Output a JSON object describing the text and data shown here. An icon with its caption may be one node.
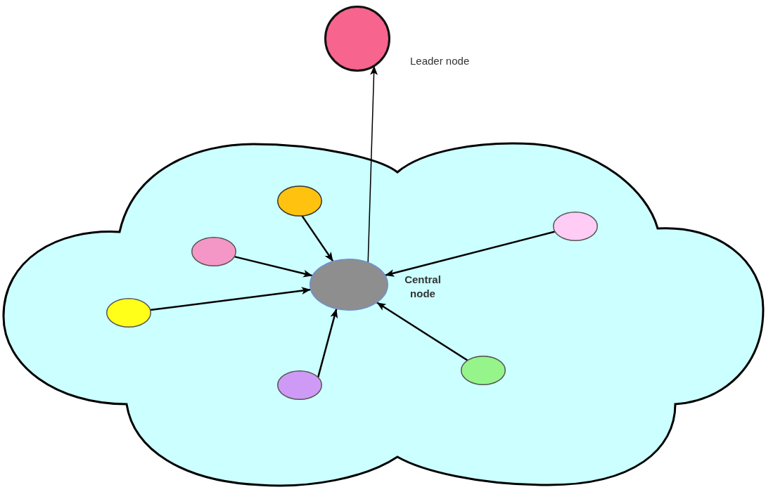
{
  "diagram": {
    "nodes": [
      {
        "text": [],
        "shape": "circle",
        "beside": [
          "Leader node"
        ]
      },
      {
        "text": [],
        "shape": "cloud"
      },
      {
        "text": [],
        "shape": "circle",
        "in": 1
      },
      {
        "text": [],
        "shape": "circle",
        "in": 1
      },
      {
        "text": [],
        "shape": "circle",
        "in": 1
      },
      {
        "text": [],
        "shape": "circle",
        "in": 1,
        "beside": [
          "Central node"
        ]
      },
      {
        "text": [],
        "shape": "circle",
        "in": 1
      },
      {
        "text": [],
        "shape": "circle",
        "in": 1
      },
      {
        "text": [],
        "shape": "circle",
        "in": 1
      }
    ],
    "edges": [
      {
        "from": 5,
        "to": 0,
        "arrow": "to"
      },
      {
        "from": 2,
        "to": 5,
        "arrow": "to"
      },
      {
        "from": 3,
        "to": 5,
        "arrow": "to"
      },
      {
        "from": 4,
        "to": 5,
        "arrow": "to"
      },
      {
        "from": 6,
        "to": 5,
        "arrow": "to"
      },
      {
        "from": 7,
        "to": 5,
        "arrow": "to"
      },
      {
        "from": 8,
        "to": 5,
        "arrow": "to"
      }
    ]
  }
}
